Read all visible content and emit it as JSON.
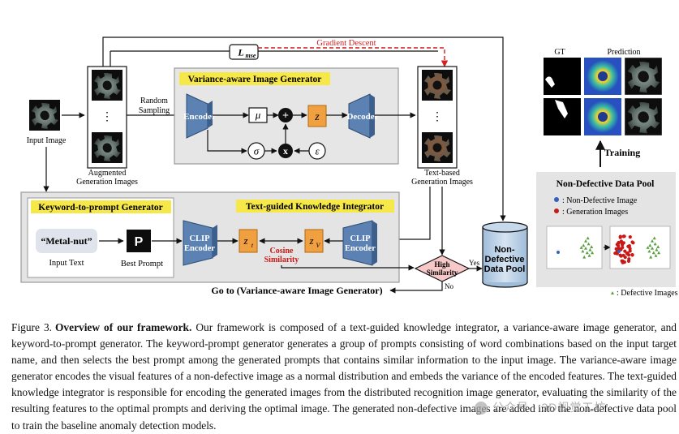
{
  "figure": {
    "input_image": "Input Image",
    "augmented_images": "Augmented",
    "augmented_images_2": "Generation Images",
    "random_sampling_1": "Random",
    "random_sampling_2": "Sampling",
    "vaig_title": "Variance-aware Image Generator",
    "encoder": "Encoder",
    "decoder": "Decoder",
    "mu": "μ",
    "sigma": "σ",
    "z": "z",
    "epsilon": "ε",
    "plus": "+",
    "times": "x",
    "lmse": "L",
    "lmse_sub": "mse",
    "gradient_descent": "Gradient Descent",
    "text_based_1": "Text-based",
    "text_based_2": "Generation Images",
    "k2p_title": "Keyword-to-prompt Generator",
    "tgki_title": "Text-guided Knowledge Integrator",
    "metal_nut": "“Metal-nut”",
    "input_text": "Input Text",
    "best_prompt_letter": "P",
    "best_prompt": "Best Prompt",
    "clip_encoder_1": "CLIP",
    "clip_encoder_2": "Encoder",
    "zt": "z",
    "zt_sub": "t",
    "zv": "z",
    "zv_sub": "V",
    "cosine_1": "Cosine",
    "cosine_2": "Similarity",
    "high_sim_1": "High",
    "high_sim_2": "Similarity",
    "yes": "Yes",
    "no": "No",
    "goto": "Go to (Variance-aware Image Generator)",
    "pool_1": "Non-",
    "pool_2": "Defective",
    "pool_3": "Data Pool",
    "gt": "GT",
    "prediction": "Prediction",
    "training": "Training",
    "ndp_title": "Non-Defective Data Pool",
    "legend_nd": ": Non-Defective Image",
    "legend_gen": ": Generation Images",
    "legend_def": ": Defective Images",
    "ellipsis": "⋮"
  },
  "caption": {
    "label": "Figure 3.",
    "title": "Overview of our framework.",
    "body": "Our framework is composed of a text-guided knowledge integrator, a variance-aware image generator, and keyword-to-prompt generator. The keyword-prompt generator generates a group of prompts consisting of word combinations based on the input target name, and then selects the best prompt among the generated prompts that contains similar information to the input image. The variance-aware image generator encodes the visual features of a non-defective image as a normal distribution and embeds the variance of the encoded features. The text-guided knowledge integrator is responsible for encoding the generated images from the distributed recognition image generator, evaluating the similarity of the resulting features to the optimal prompts and deriving the optimal image. The generated non-defective images are added into the non-defective data pool to train the baseline anomaly detection models."
  },
  "watermark": "公众号 · 3D视觉工坊",
  "colors": {
    "title_yellow": "#f7e84a",
    "panel_gray": "#e4e4e4",
    "encoder_blue": "#5b82b3",
    "z_orange": "#f0a040",
    "gradient_red": "#d42020",
    "diamond_pink": "#f7c8c8",
    "pool_blue": "#bcd2e8",
    "gen_red": "#c81818",
    "nd_blue": "#3060c0",
    "def_green": "#5aa040"
  }
}
